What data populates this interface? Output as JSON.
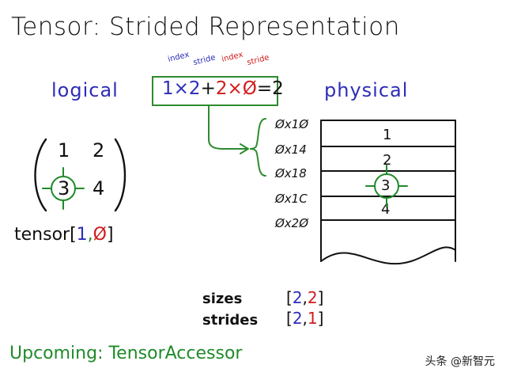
{
  "title": "Tensor: Strided Representation",
  "labels": {
    "logical": "logical",
    "physical": "physical"
  },
  "formula": {
    "mini_index_1": "index",
    "mini_stride_1": "stride",
    "mini_index_2": "index",
    "mini_stride_2": "stride",
    "term1_index": "1",
    "term1_times": "×",
    "term1_stride": "2",
    "plus": "+",
    "term2_index": "2",
    "term2_times": "×",
    "term2_stride": "Ø",
    "equals": "=",
    "result": "2"
  },
  "matrix": {
    "a11": "1",
    "a12": "2",
    "a21": "3",
    "a22": "4"
  },
  "tensor_expr": {
    "prefix": "tensor",
    "open": "[",
    "idx1": "1",
    "comma": ",",
    "idx2": "Ø",
    "close": "]"
  },
  "memory": {
    "addresses": [
      "Øx1Ø",
      "Øx14",
      "Øx18",
      "Øx1C",
      "Øx2Ø"
    ],
    "cells": [
      "1",
      "2",
      "3",
      "4"
    ]
  },
  "meta": {
    "sizes_label": "sizes",
    "sizes_open": "[",
    "sizes_v1": "2",
    "sizes_comma": ",",
    "sizes_v2": "2",
    "sizes_close": "]",
    "strides_label": "strides",
    "strides_open": "[",
    "strides_v1": "2",
    "strides_comma": ",",
    "strides_v2": "1",
    "strides_close": "]"
  },
  "upcoming": "Upcoming:  TensorAccessor",
  "watermark": "头条 @新智元",
  "colors": {
    "blue": "#2d2db8",
    "red": "#d01c1c",
    "green": "#1f8a2a",
    "ink": "#111111"
  }
}
